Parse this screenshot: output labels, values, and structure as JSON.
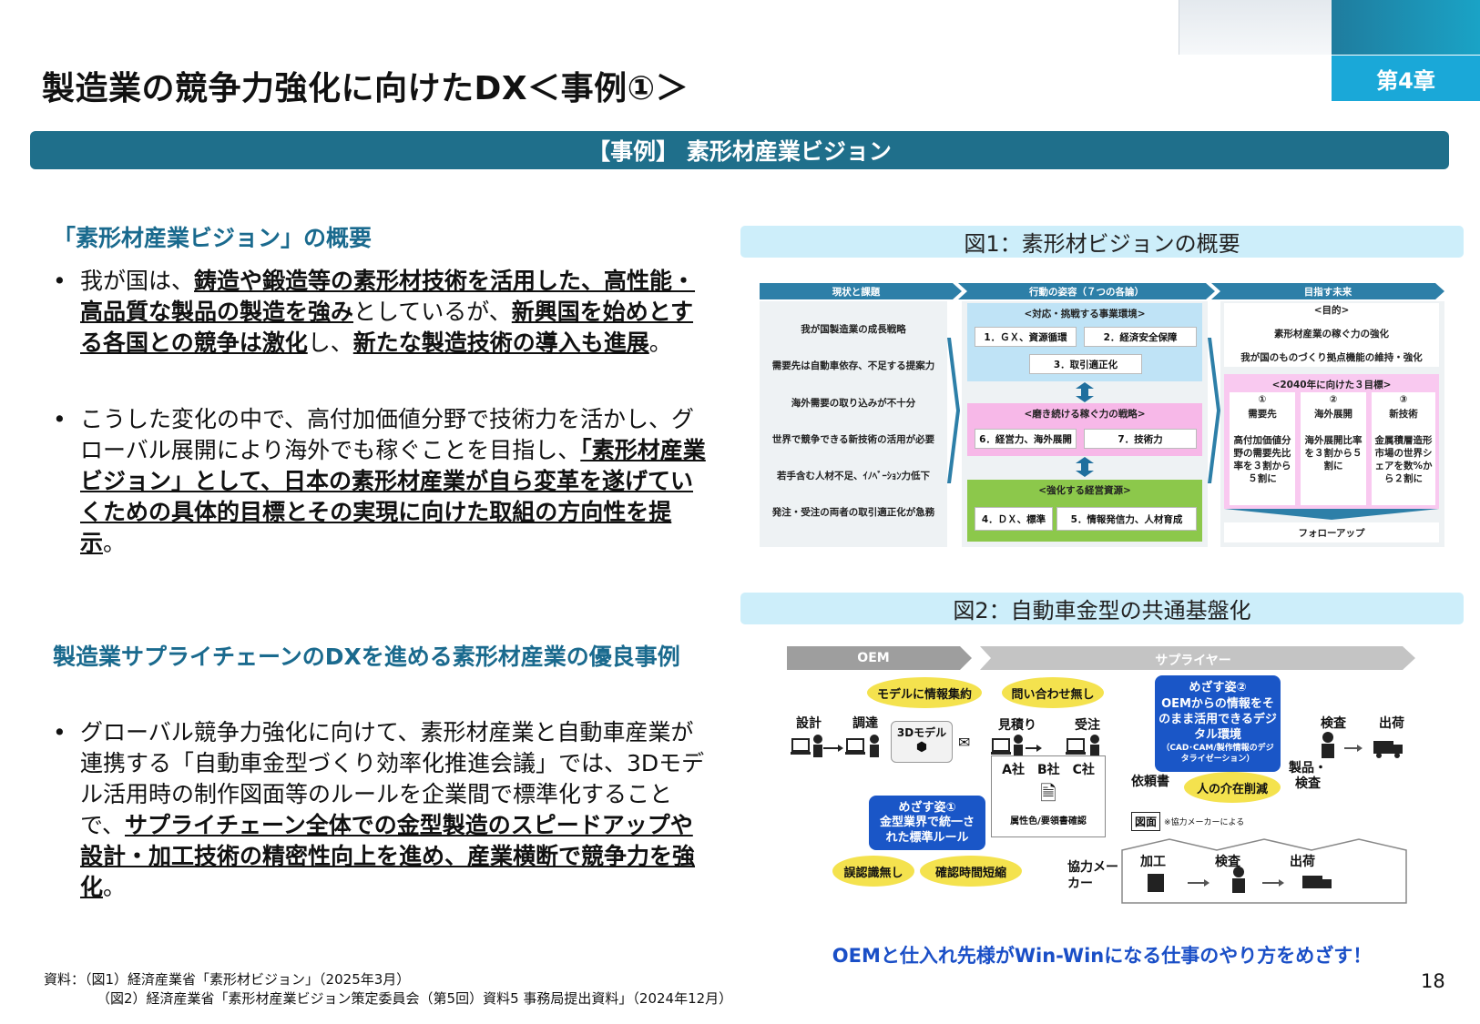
{
  "header": {
    "title": "製造業の競争力強化に向けたDX＜事例①＞",
    "chapter": "第4章",
    "banner": "【事例】 素形材産業ビジョン"
  },
  "left": {
    "section1_heading": "「素形材産業ビジョン」の概要",
    "bullet1": [
      {
        "t": "我が国は、",
        "b": false
      },
      {
        "t": "鋳造や鍛造等の素形材技術を活用した、高性能・高品質な製品の製造を強み",
        "b": true
      },
      {
        "t": "としているが、",
        "b": false
      },
      {
        "t": "新興国を始めとする各国との競争は激化",
        "b": true
      },
      {
        "t": "し、",
        "b": false
      },
      {
        "t": "新たな製造技術の導入も進展",
        "b": true
      },
      {
        "t": "。",
        "b": false
      }
    ],
    "bullet2": [
      {
        "t": "こうした変化の中で、高付加価値分野で技術力を活かし、グローバル展開により海外でも稼ぐことを目指し、",
        "b": false
      },
      {
        "t": "「素形材産業ビジョン」として、日本の素形材産業が自ら変革を遂げていくための具体的目標とその実現に向けた取組の方向性を提示",
        "b": true
      },
      {
        "t": "。",
        "b": false
      }
    ],
    "section2_heading": "製造業サプライチェーンのDXを進める素形材産業の優良事例",
    "bullet3": [
      {
        "t": "グローバル競争力強化に向けて、素形材産業と自動車産業が連携する「自動車金型づくり効率化推進会議」では、3Dモデル活用時の制作図面等のルールを企業間で標準化することで、",
        "b": false
      },
      {
        "t": "サプライチェーン全体での金型製造のスピードアップや設計・加工技術の精密性向上を進め、産業横断で競争力を強化",
        "b": true
      },
      {
        "t": "。",
        "b": false
      }
    ],
    "bullet_symbol": "•"
  },
  "fig1": {
    "caption": "図1：素形材ビジョンの概要",
    "col_heads": [
      "現状と課題",
      "行動の姿容（７つの各論）",
      "目指す未来"
    ],
    "issues": [
      "我が国製造業の成長戦略",
      "需要先は自動車依存、不足する提案力",
      "海外需要の取り込みが不十分",
      "世界で競争できる新技術の活用が必要",
      "若手含む人材不足、ｲﾉﾍﾞｰｼｮﾝ力低下",
      "発注・受注の両者の取引適正化が急務"
    ],
    "blue_title": "<対応・挑戦する事業環境>",
    "blue_items": [
      "1．ＧＸ、資源循環",
      "2．経済安全保障",
      "3．取引適正化"
    ],
    "pink_title": "<磨き続ける稼ぐ力の戦略>",
    "pink_items": [
      "6．経営力、海外展開",
      "7．技術力"
    ],
    "green_title": "<強化する経営資源>",
    "green_items": [
      "4．ＤＸ、標準",
      "5．情報発信力、人材育成"
    ],
    "goal_title": "<目的>",
    "goals": [
      "素形材産業の稼ぐ力の強化",
      "我が国のものづくり拠点機能の維持・強化"
    ],
    "targets_title": "<2040年に向けた３目標>",
    "targets": [
      {
        "num": "①",
        "name": "需要先",
        "desc": "高付加価値分野の需要先比率を３割から５割に"
      },
      {
        "num": "②",
        "name": "海外展開",
        "desc": "海外展開比率を３割から５割に"
      },
      {
        "num": "③",
        "name": "新技術",
        "desc": "金属積層造形市場の世界シェアを数%から２割に"
      }
    ],
    "followup": "フォローアップ",
    "colors": {
      "head": "#2d7fa8",
      "blue": "#bfe3f6",
      "pink": "#f7b8e8",
      "green": "#8cc84b"
    }
  },
  "fig2": {
    "caption": "図2：自動車金型の共通基盤化",
    "oem_label": "OEM",
    "supplier_label": "サプライヤー",
    "bubble_model": "モデルに情報集約",
    "bubble_noinquiry": "問い合わせ無し",
    "goal2_title": "めざす姿②",
    "goal2_text": "OEMからの情報をそのまま活用できるデジタル環境",
    "goal2_note": "（CAD･CAM/製作情報のデジタライゼーション）",
    "steps_oem": [
      "設計",
      "調達"
    ],
    "model3d": "3Dモデル",
    "steps_sup": [
      "見積り",
      "受注"
    ],
    "steps_right": [
      "検査",
      "出荷"
    ],
    "companies": "A社　B社　C社",
    "spec_confirm": "属性色/要領書確認",
    "request_doc": "依頼書",
    "reduce_human": "人の介在削減",
    "product_inspect": "製品・検査",
    "drawing": "図面",
    "drawing_note": "※協力メーカーによる",
    "goal1_title": "めざす姿①",
    "goal1_text": "金型業界で統一された標準ルール",
    "bubble_noerror": "誤認識無し",
    "bubble_shorter": "確認時間短縮",
    "partner_maker": "協力メーカー",
    "partner_steps": [
      "加工",
      "検査",
      "出荷"
    ],
    "slogan": "OEMと仕入れ先様がWin-Winになる仕事のやり方をめざす！"
  },
  "footer": {
    "src_label": "資料：",
    "src1": "（図1）経済産業省「素形材ビジョン」（2025年3月）",
    "src2": "（図2）経済産業省「素形材産業ビジョン策定委員会（第5回）資料5 事務局提出資料」（2024年12月）",
    "page": "18"
  }
}
